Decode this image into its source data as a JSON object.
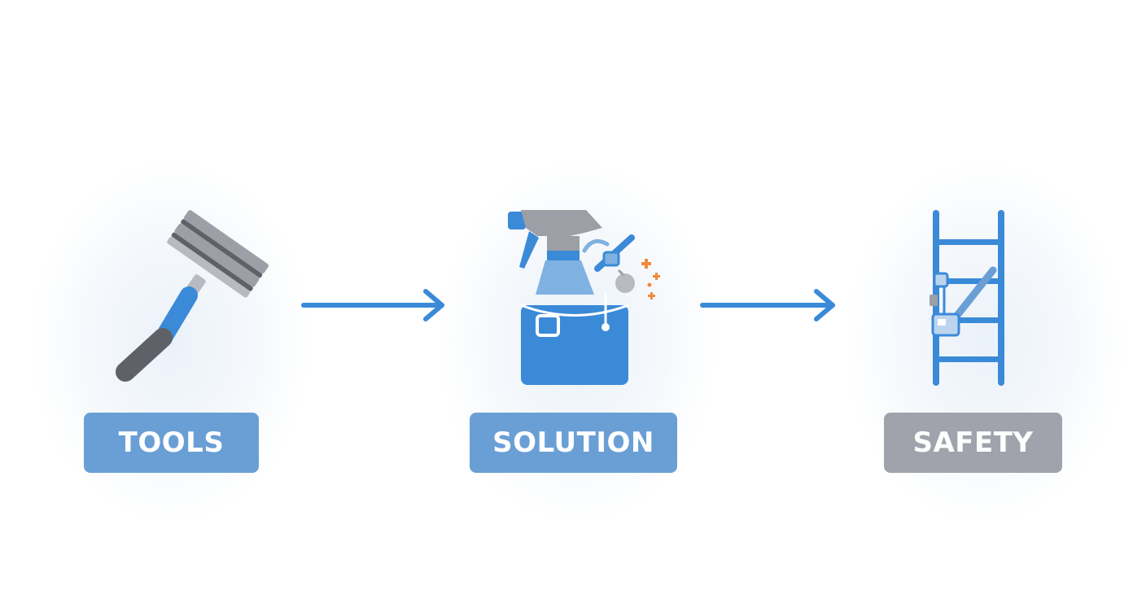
{
  "steps": [
    {
      "label": "TOOLS",
      "icon": "squeegee-icon",
      "color": "#6a9fd6"
    },
    {
      "label": "SOLUTION",
      "icon": "spray-bottle-bucket-icon",
      "color": "#6a9fd6"
    },
    {
      "label": "SAFETY",
      "icon": "ladder-harness-icon",
      "color": "#a0a3ab"
    }
  ],
  "colors": {
    "primary_blue": "#3a8ad8",
    "light_blue": "#6a9fd6",
    "gray": "#9c9fa6",
    "dark_gray": "#5f6168",
    "accent_orange": "#f08a3c",
    "arrow": "#3a8ad8"
  }
}
